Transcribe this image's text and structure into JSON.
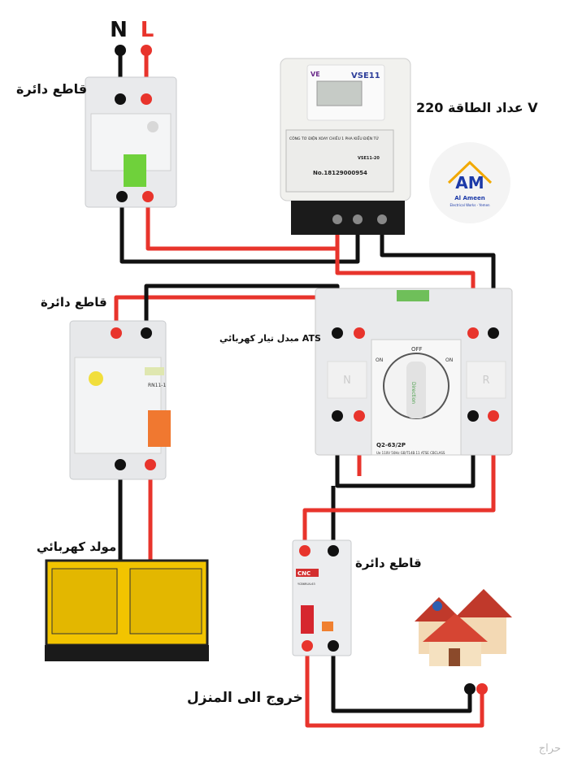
{
  "supply": {
    "neutral": "N",
    "line": "L"
  },
  "labels": {
    "breaker_main": "قاطع دائرة",
    "meter": "عداد الطاقة 220 V",
    "ats": "مبدل تيار كهربائي ATS",
    "breaker_generator": "قاطع دائرة",
    "generator": "مولد كهربائي",
    "breaker_output": "قاطع دائرة",
    "output_house": "خروج الى المنزل"
  },
  "meter": {
    "model": "VSE11",
    "brand": "VE",
    "title": "CÔNG TƠ ĐIỆN XOAY CHIỀU 1 PHA KIỂU ĐIỆN TỬ",
    "serial": "No.18129000954",
    "model_code": "VSE11-20"
  },
  "ats": {
    "model": "Q2-63/2P",
    "spec": "Ue 110V 50Hz GB/T14B.11 ATSE CBCLASS",
    "left": "N",
    "right": "R",
    "off": "OFF",
    "on": "ON",
    "direction": "Direction"
  },
  "breakers": {
    "gen_model": "RN11-1",
    "output_brand": "CNC",
    "output_model": "YCB6RLN-63"
  },
  "logo": {
    "initials": "AM",
    "name": "Al Ameen",
    "tagline": "Electrical Works - Yemen"
  },
  "watermark": "حراج",
  "colors": {
    "live": "#e8342c",
    "neutral": "#111111",
    "generator": "#f2c400"
  }
}
